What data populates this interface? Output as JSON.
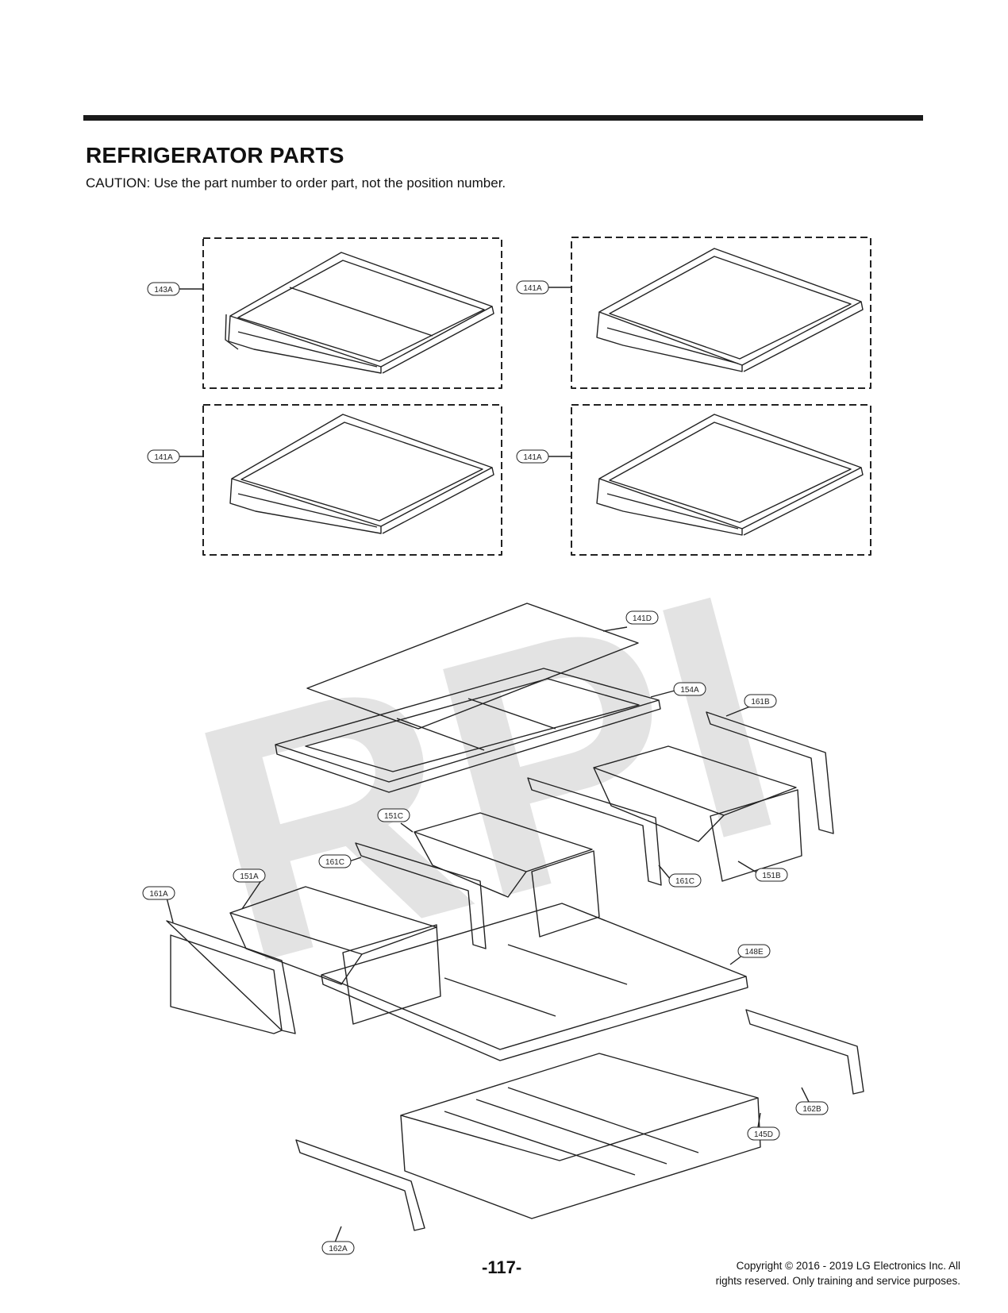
{
  "header": {
    "title": "REFRIGERATOR PARTS",
    "caution": "CAUTION: Use the part number to order part, not the position number."
  },
  "watermark": "RPI",
  "callouts": {
    "c143A": "143A",
    "c141A_1": "141A",
    "c141A_2": "141A",
    "c141A_3": "141A",
    "c141D": "141D",
    "c154A": "154A",
    "c161B": "161B",
    "c151C": "151C",
    "c161C_1": "161C",
    "c151A": "151A",
    "c161A": "161A",
    "c161C_2": "161C",
    "c151B": "151B",
    "c148E": "148E",
    "c162B": "162B",
    "c145D": "145D",
    "c162A": "162A"
  },
  "footer": {
    "page_number": "-117-",
    "copyright_line1": "Copyright © 2016 - 2019 LG Electronics Inc. All",
    "copyright_line2": "rights reserved. Only training and service purposes."
  }
}
